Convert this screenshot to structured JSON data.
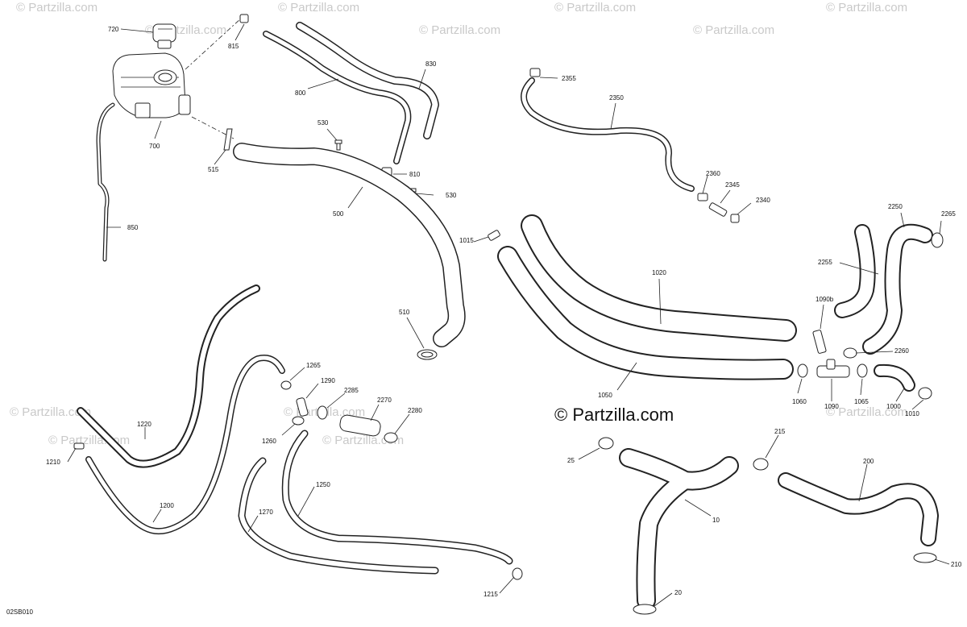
{
  "watermark": "© Partzilla.com",
  "brand": "© Partzilla.com",
  "diagram_id": "02SB010",
  "labels": {
    "p720": "720",
    "p815": "815",
    "p830": "830",
    "p800": "800",
    "p700": "700",
    "p530a": "530",
    "p515": "515",
    "p810": "810",
    "p530b": "530",
    "p500": "500",
    "p850": "850",
    "p2355": "2355",
    "p2350": "2350",
    "p2360": "2360",
    "p2345": "2345",
    "p2340": "2340",
    "p1015": "1015",
    "p2250": "2250",
    "p2265": "2265",
    "p1020": "1020",
    "p2255": "2255",
    "p1090b": "1090b",
    "p510": "510",
    "p2260": "2260",
    "p1265": "1265",
    "p1290": "1290",
    "p2285": "2285",
    "p2270": "2270",
    "p1050": "1050",
    "p1060": "1060",
    "p1090": "1090",
    "p1065": "1065",
    "p1000": "1000",
    "p1010": "1010",
    "p2280": "2280",
    "p1220": "1220",
    "p1260": "1260",
    "p215": "215",
    "p25": "25",
    "p200": "200",
    "p1210": "1210",
    "p1250": "1250",
    "p1200": "1200",
    "p1270": "1270",
    "p10": "10",
    "p210": "210",
    "p1215": "1215",
    "p20": "20"
  }
}
